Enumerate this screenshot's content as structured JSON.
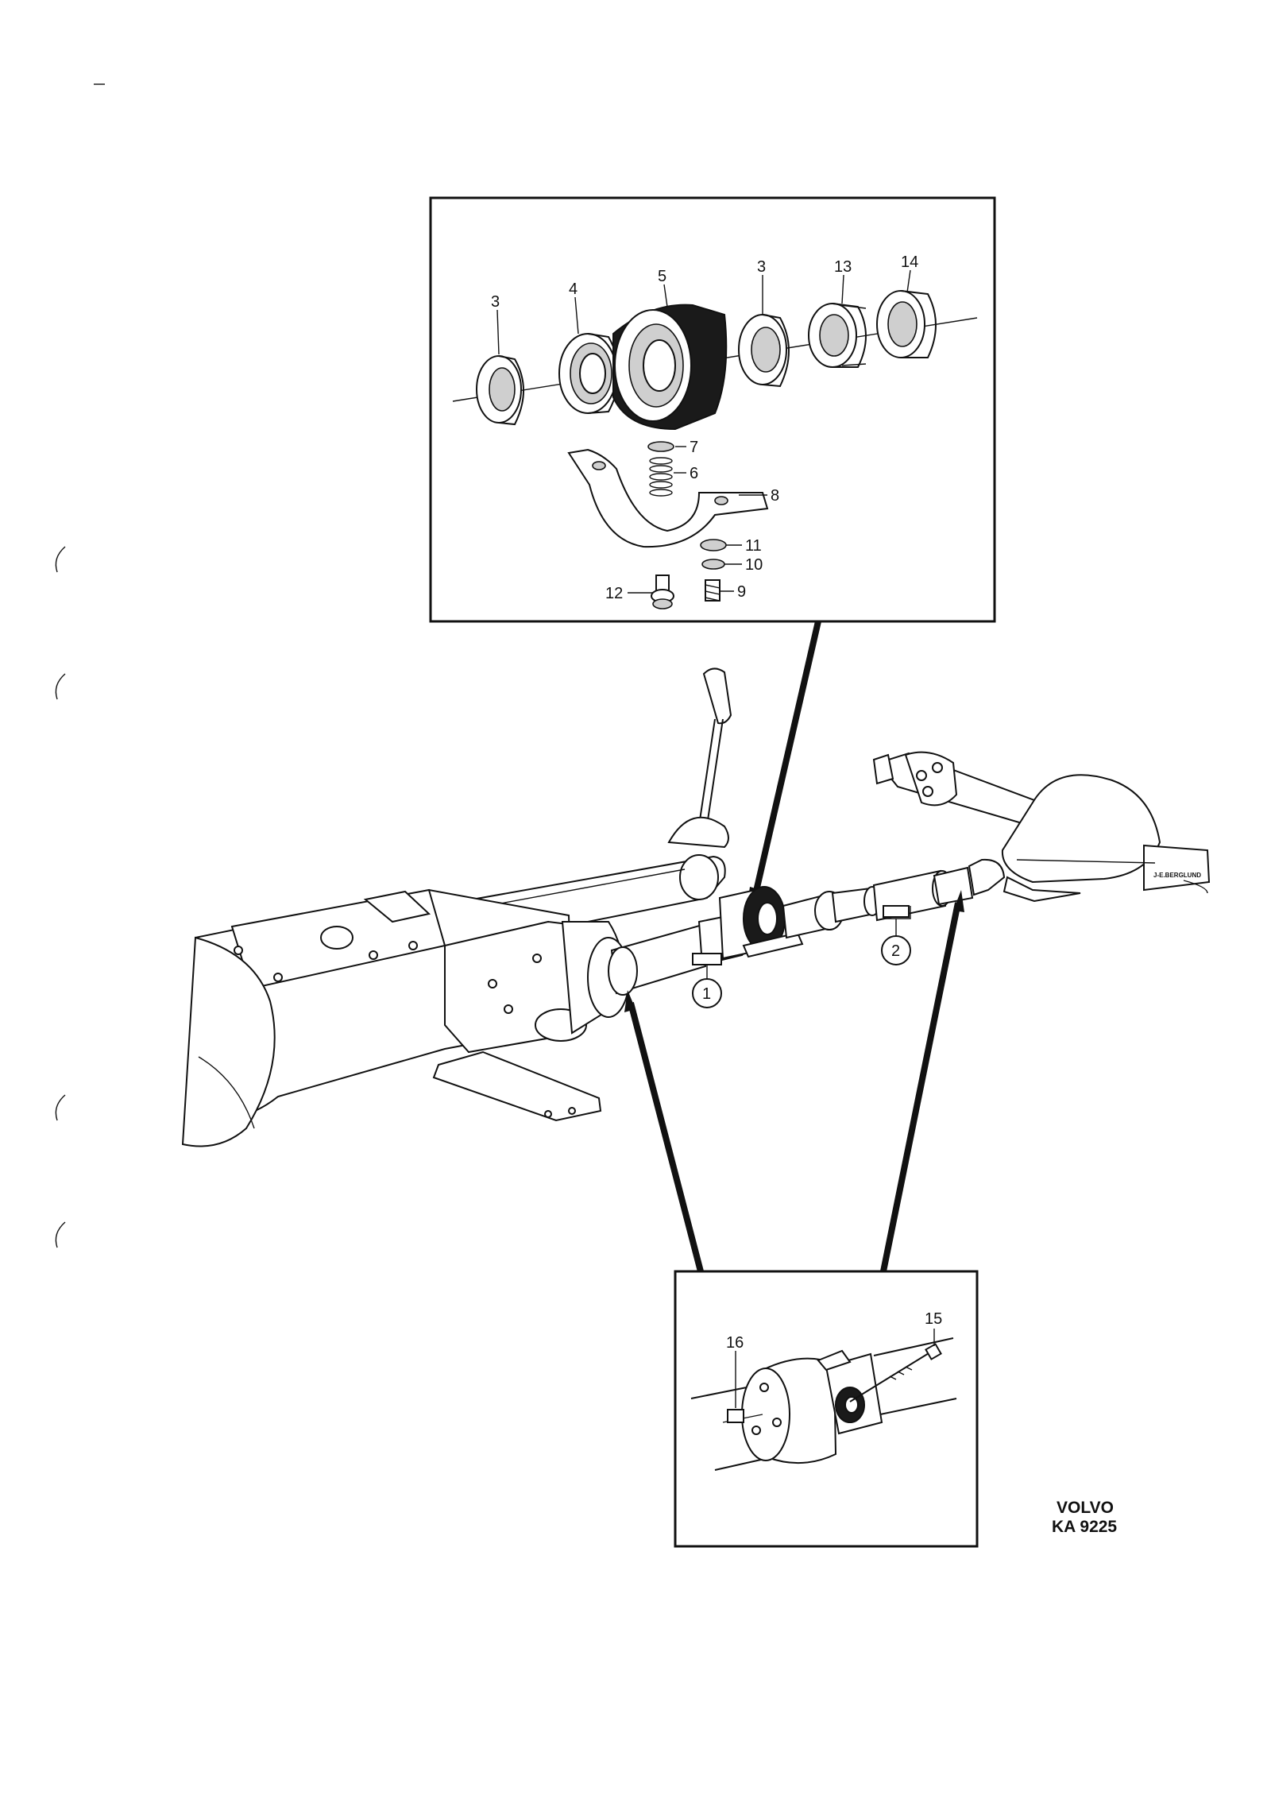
{
  "detail_top": {
    "callouts": [
      "3",
      "4",
      "5",
      "3",
      "13",
      "14",
      "7",
      "6",
      "8",
      "11",
      "10",
      "9",
      "12"
    ]
  },
  "detail_bottom": {
    "callouts": [
      "16",
      "15"
    ]
  },
  "assembly": {
    "circled_callouts": [
      "1",
      "2"
    ],
    "artist_credit": "J-E.BERGLUND"
  },
  "figure_code": {
    "brand": "VOLVO",
    "code": "KA 9225"
  },
  "colors": {
    "ink": "#111111",
    "paper": "#ffffff"
  }
}
